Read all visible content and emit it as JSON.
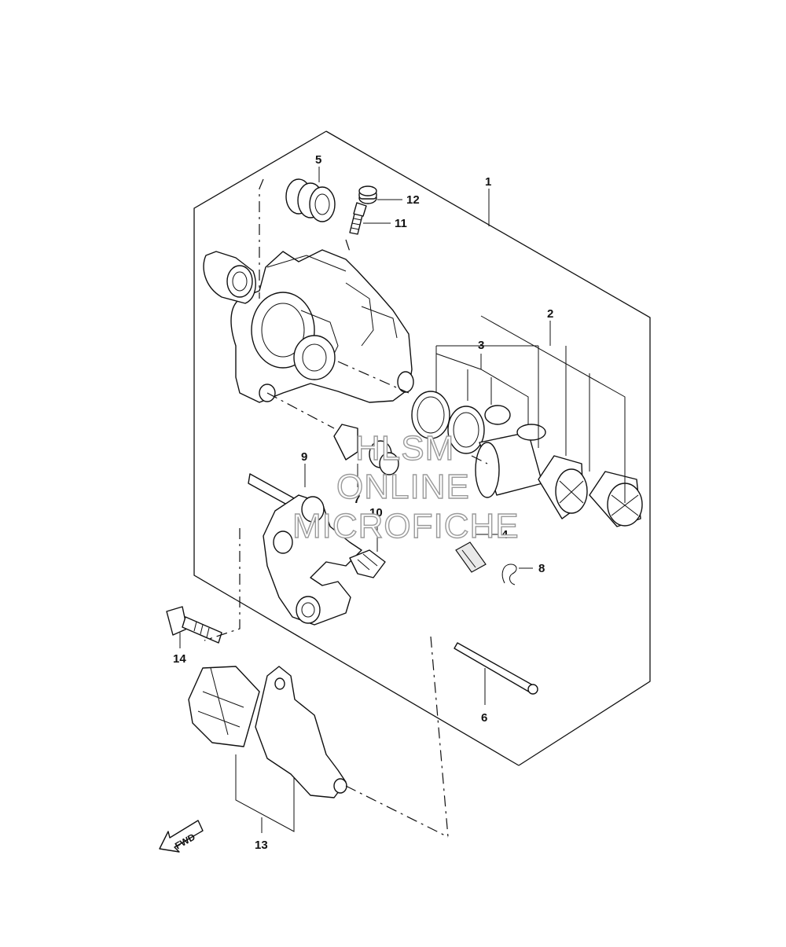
{
  "diagram": {
    "callouts": [
      {
        "id": "c1",
        "text": "1"
      },
      {
        "id": "c2",
        "text": "2"
      },
      {
        "id": "c3",
        "text": "3"
      },
      {
        "id": "c4",
        "text": "4"
      },
      {
        "id": "c5",
        "text": "5"
      },
      {
        "id": "c6",
        "text": "6"
      },
      {
        "id": "c7",
        "text": "7"
      },
      {
        "id": "c8",
        "text": "8"
      },
      {
        "id": "c9",
        "text": "9"
      },
      {
        "id": "c10",
        "text": "10"
      },
      {
        "id": "c11",
        "text": "11"
      },
      {
        "id": "c12",
        "text": "12"
      },
      {
        "id": "c13",
        "text": "13"
      },
      {
        "id": "c14",
        "text": "14"
      }
    ],
    "direction_arrow": {
      "text": "FWD"
    },
    "watermark": {
      "line1": "HLSM",
      "line2": "ONLINE",
      "line3": "MICROFICHE"
    }
  }
}
